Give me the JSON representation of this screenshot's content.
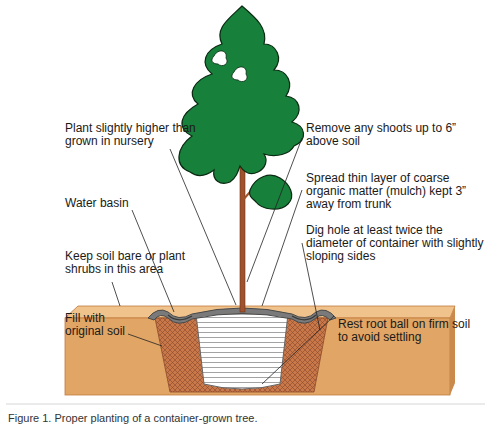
{
  "diagram": {
    "caption": "Figure 1. Proper planting of a container-grown tree.",
    "labels": [
      "Plant slightly higher than grown in nursery",
      "Water basin",
      "Keep soil bare or plant shrubs in this area",
      "Fill with original soil",
      "Remove any shoots up to 6” above soil",
      "Spread thin layer of coarse organic matter (mulch) kept 3” away from trunk",
      "Dig hole at least twice the diameter of container with slightly sloping sides",
      "Rest root ball on firm soil to avoid settling"
    ]
  }
}
